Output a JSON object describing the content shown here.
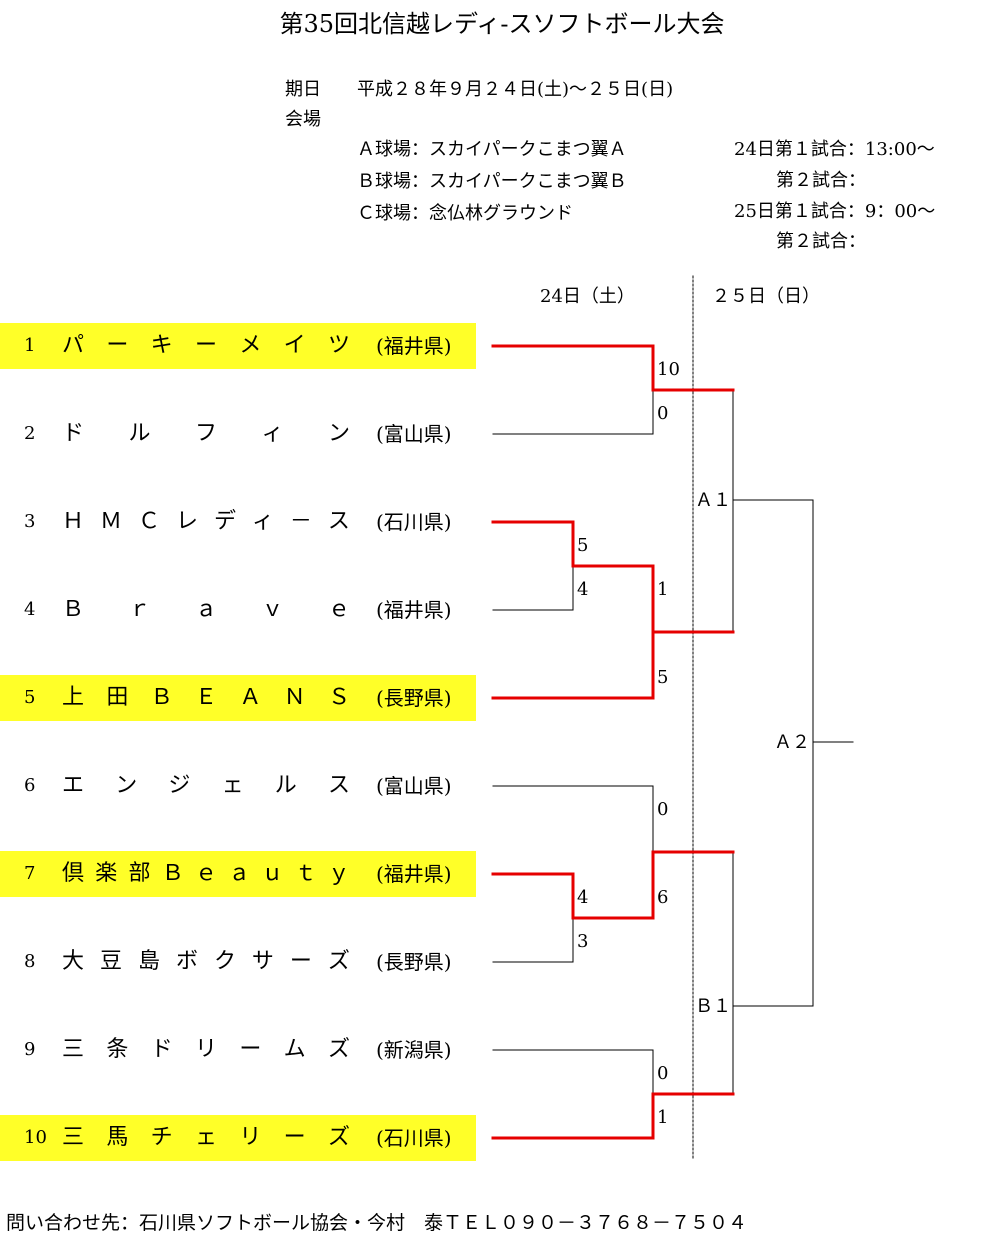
{
  "title": "第35回北信越レディ-スソフトボール大会",
  "info": {
    "date_label": "期日",
    "date_value": "平成２８年９月２４日(土)～２５日(日)",
    "venue_label": "会場",
    "venues": [
      "Ａ球場：スカイパークこまつ翼Ａ",
      "Ｂ球場：スカイパークこまつ翼Ｂ",
      "Ｃ球場：念仏林グラウンド"
    ],
    "schedule": [
      "24日第１試合：13:00～",
      "第２試合：",
      "25日第１試合：9：00～",
      "第２試合："
    ]
  },
  "days": {
    "day1": "24日（土）",
    "day2": "２５日（日）"
  },
  "teams": [
    {
      "num": "1",
      "name": [
        "パ",
        "ー",
        "キ",
        "ー",
        "メ",
        "イ",
        "ツ"
      ],
      "pref": "(福井県)",
      "highlight": true
    },
    {
      "num": "2",
      "name": [
        "ド",
        "ル",
        "フ",
        "ィ",
        "ン"
      ],
      "pref": "(富山県)",
      "highlight": false
    },
    {
      "num": "3",
      "name": [
        "Ｈ",
        "Ｍ",
        "Ｃ",
        "レ",
        "デ",
        "ィ",
        "－",
        "ス"
      ],
      "pref": "(石川県)",
      "highlight": false
    },
    {
      "num": "4",
      "name": [
        "Ｂ",
        "ｒ",
        "ａ",
        "ｖ",
        "ｅ"
      ],
      "pref": "(福井県)",
      "highlight": false
    },
    {
      "num": "5",
      "name": [
        "上",
        "田",
        "Ｂ",
        "Ｅ",
        "Ａ",
        "Ｎ",
        "Ｓ"
      ],
      "pref": "(長野県)",
      "highlight": true
    },
    {
      "num": "6",
      "name": [
        "エ",
        "ン",
        "ジ",
        "ェ",
        "ル",
        "ス"
      ],
      "pref": "(富山県)",
      "highlight": false
    },
    {
      "num": "7",
      "name": [
        "倶",
        "楽",
        "部",
        "Ｂ",
        "ｅ",
        "ａ",
        "ｕ",
        "ｔ",
        "ｙ"
      ],
      "pref": "(福井県)",
      "highlight": true
    },
    {
      "num": "8",
      "name": [
        "大",
        "豆",
        "島",
        "ボ",
        "ク",
        "サ",
        "ー",
        "ズ"
      ],
      "pref": "(長野県)",
      "highlight": false
    },
    {
      "num": "9",
      "name": [
        "三",
        "条",
        "ド",
        "リ",
        "ー",
        "ム",
        "ズ"
      ],
      "pref": "(新潟県)",
      "highlight": false
    },
    {
      "num": "10",
      "name": [
        "三",
        "馬",
        "チ",
        "ェ",
        "リ",
        "ー",
        "ズ"
      ],
      "pref": "(石川県)",
      "highlight": true
    }
  ],
  "scores": [
    "10",
    "0",
    "5",
    "4",
    "1",
    "5",
    "0",
    "4",
    "6",
    "3",
    "0",
    "1"
  ],
  "match_labels": [
    "Ａ１",
    "Ａ２",
    "Ｂ１"
  ],
  "footer": "問い合わせ先：石川県ソフトボール協会・今村　泰ＴＥＬ０９０－３７６８－７５０４",
  "colors": {
    "highlight": "#ffff28",
    "winner_line": "#e60000",
    "line": "#000000"
  }
}
